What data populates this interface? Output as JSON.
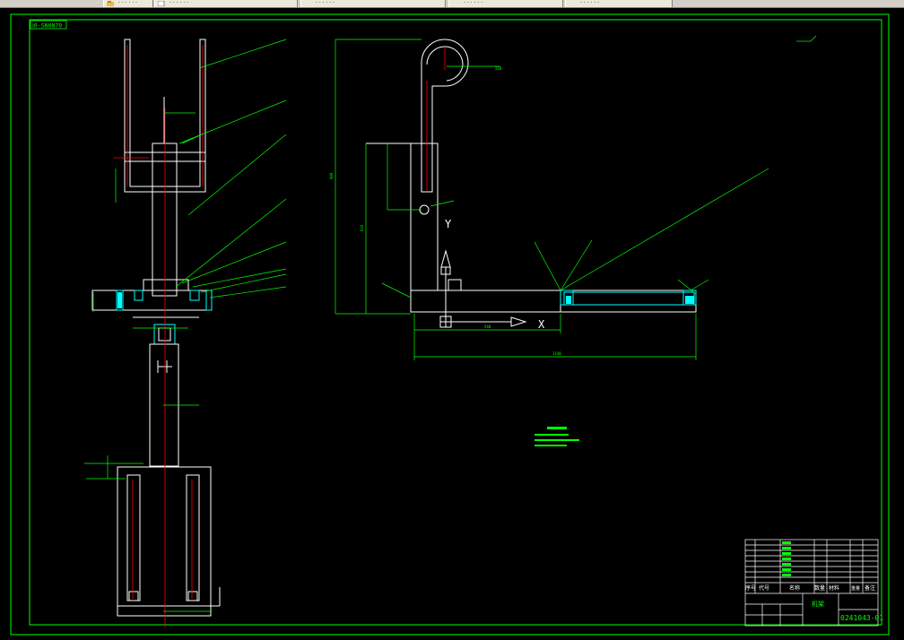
{
  "tabs": [
    {
      "label": "· · · · · ·"
    },
    {
      "label": "· · · · · ·"
    },
    {
      "label": "· · · · · ·"
    },
    {
      "label": "· · · · · ·"
    },
    {
      "label": "· · · · · ·"
    }
  ],
  "drawing": {
    "corner_label": "Ⅰ0-SN0N70",
    "axis_x_label": "X",
    "axis_y_label": "Y",
    "dim_540": "540",
    "dim_1140": "1140",
    "dim_210": "210",
    "dim_940": "940",
    "dim_610": "610",
    "title_block": {
      "drawing_number": "0241043-01",
      "header_seq": "序号",
      "header_code": "代号",
      "header_name": "名称",
      "header_qty": "数量",
      "header_material": "材料",
      "header_weight": "重量",
      "header_remark": "备注",
      "title_cell": "机架"
    }
  },
  "colors": {
    "frame": "#00ff00",
    "lines": "#ffffff",
    "centerline": "#ff0000",
    "section": "#00ffff",
    "background": "#000000"
  }
}
